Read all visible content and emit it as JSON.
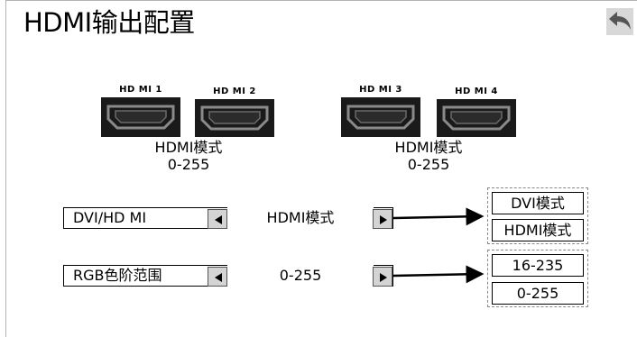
{
  "title": "HDMI输出配置",
  "back_icon": "back-arrow-icon",
  "ports": [
    {
      "label": "HD MI 1"
    },
    {
      "label": "HD MI 2"
    },
    {
      "label": "HD MI 3"
    },
    {
      "label": "HD MI 4"
    }
  ],
  "port_groups": [
    {
      "mode": "HDMI模式",
      "range": "0-255"
    },
    {
      "mode": "HDMI模式",
      "range": "0-255"
    }
  ],
  "settings": [
    {
      "label": "DVI/HD MI",
      "value": "HDMI模式",
      "options": [
        "DVI模式",
        "HDMI模式"
      ]
    },
    {
      "label": "RGB色阶范围",
      "value": "0-255",
      "options": [
        "16-235",
        "0-255"
      ]
    }
  ],
  "icons": {
    "prev": "left-triangle-icon",
    "next": "right-triangle-icon"
  }
}
